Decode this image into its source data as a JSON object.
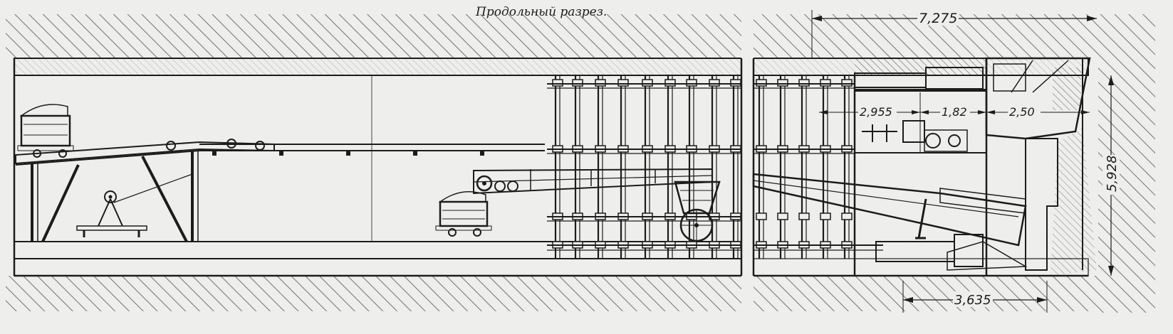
{
  "title": "Продольный разрез.",
  "dimensions": {
    "top_overall": "7,275",
    "height": "5,928",
    "bottom": "3,635",
    "inner_left": "2,955",
    "inner_mid": "1,82",
    "inner_right": "2,50"
  },
  "colors": {
    "ink": "#1c1c1c",
    "paper": "#eeeeec",
    "concrete": "#d6d6d2",
    "fill_dark": "#4a4a48"
  }
}
